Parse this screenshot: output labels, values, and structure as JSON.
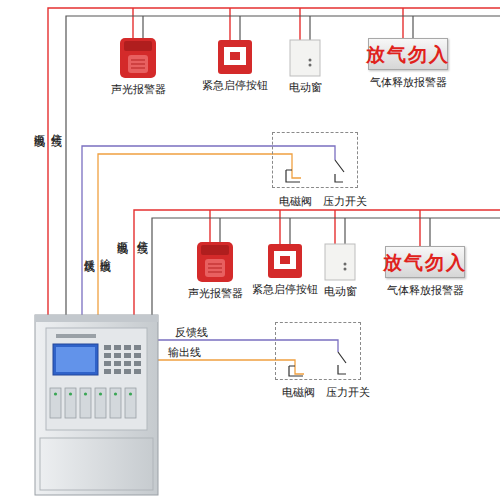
{
  "diagram": {
    "nodes": [
      {
        "text": [
          "声光报警器"
        ]
      },
      {
        "text": [
          "紧急启停按钮"
        ]
      },
      {
        "text": [
          "电动窗"
        ]
      },
      {
        "text": [
          "放气勿入",
          "气体释放报警器"
        ]
      },
      {
        "text": [
          "电磁阀",
          "压力开关"
        ]
      },
      {
        "text": [
          "声光报警器"
        ]
      },
      {
        "text": [
          "紧急启停按钮"
        ]
      },
      {
        "text": [
          "电动窗"
        ]
      },
      {
        "text": [
          "放气勿入",
          "气体释放报警器"
        ]
      },
      {
        "text": [
          "电磁阀",
          "压力开关"
        ]
      }
    ],
    "labels": [
      "电源线",
      "信号线",
      "反馈线",
      "输出线",
      "电源线",
      "信号线",
      "反馈线",
      "输出线"
    ]
  }
}
